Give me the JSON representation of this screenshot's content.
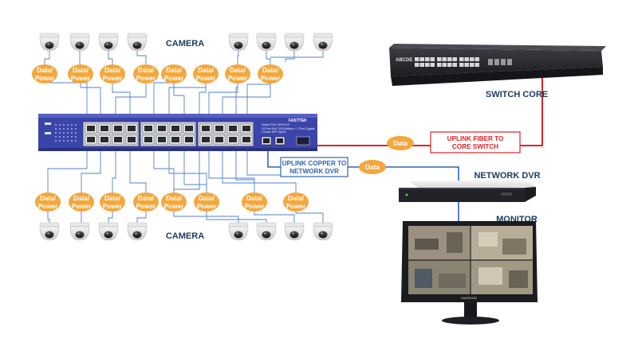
{
  "labels": {
    "camera_top": "CAMERA",
    "camera_bottom": "CAMERA",
    "switch_core": "SWITCH CORE",
    "network_dvr": "NETWORK DVR",
    "monitor": "MONITOR"
  },
  "pills": {
    "data_power_line1": "Data/",
    "data_power_line2": "Power",
    "data": "Data"
  },
  "links": {
    "uplink_fiber_line1": "UPLINK FIBER TO",
    "uplink_fiber_line2": "CORE SWITCH",
    "uplink_copper_line1": "UPLINK COPPER TO",
    "uplink_copper_line2": "NETWORK DVR"
  },
  "device_text": {
    "poe_brand": "FASTTEK",
    "poe_model": "Switch PoE 16P16-2F",
    "poe_desc_1": "24-Port PoE 10/100Mbps + 2 Port Gigabit",
    "poe_desc_2": "Combo SFP Uplink",
    "core_brand": "ABCDE",
    "monitor_brand": "SAMSUNG"
  },
  "colors": {
    "label_navy": "#1d3a5e",
    "pill_orange": "#f4a73c",
    "fiber_red": "#d7262a",
    "copper_blue": "#2f66b3",
    "patch_blue": "#4f80c8",
    "switch_blue": "#3b44a8"
  },
  "icons": [
    "dome-camera-icon",
    "poe-switch-icon",
    "core-switch-icon",
    "network-dvr-icon",
    "monitor-icon"
  ]
}
